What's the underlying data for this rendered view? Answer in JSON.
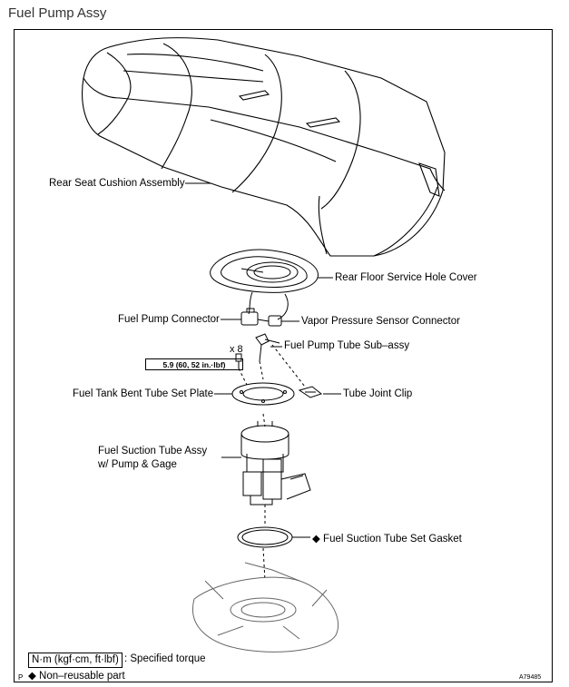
{
  "header": {
    "title": "Fuel Pump Assy"
  },
  "callouts": {
    "rear_seat": "Rear Seat Cushion Assembly",
    "floor_cover": "Rear Floor Service Hole Cover",
    "pump_connector": "Fuel Pump Connector",
    "vapor_connector": "Vapor Pressure Sensor Connector",
    "pump_tube": "Fuel Pump Tube Sub–assy",
    "bent_tube_plate": "Fuel Tank Bent Tube Set Plate",
    "tube_joint_clip": "Tube Joint Clip",
    "suction_line1": "Fuel Suction Tube Assy",
    "suction_line2": "w/ Pump & Gage",
    "gasket": "◆ Fuel Suction Tube Set Gasket"
  },
  "torque": {
    "value": "5.9 (60, 52 in.·lbf)",
    "quantity": "x 8"
  },
  "legend": {
    "unit_box": "N·m (kgf·cm, ft·lbf)",
    "unit_text": ": Specified torque",
    "non_reusable": "◆ Non–reusable part"
  },
  "footer": {
    "corner_mark": "P",
    "figure_code": "A79485"
  }
}
